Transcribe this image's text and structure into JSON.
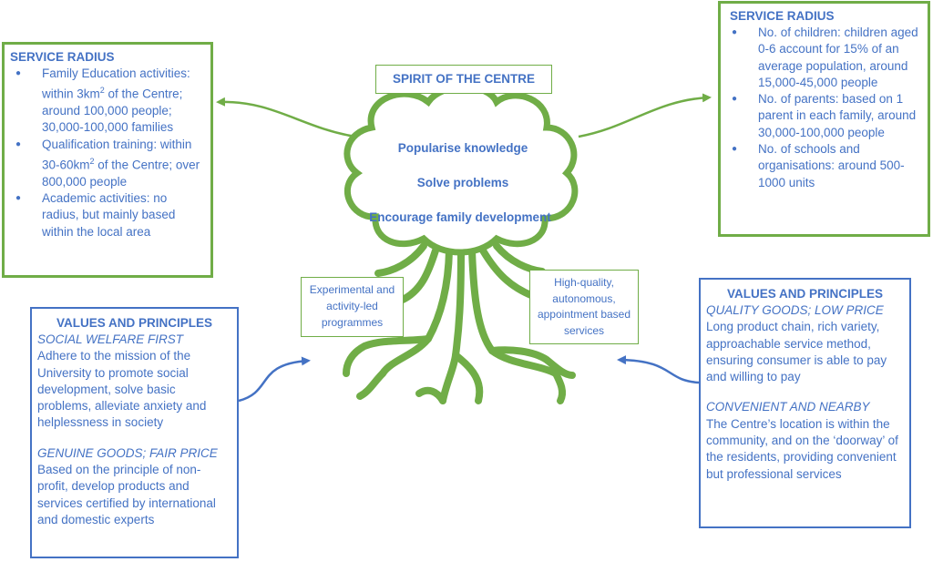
{
  "spirit_title": "SPIRIT OF THE CENTRE",
  "tree_messages": [
    "Popularise knowledge",
    "Solve problems",
    "Encourage family development"
  ],
  "left_service": {
    "title": "SERVICE RADIUS",
    "items": [
      {
        "before": "Family Education activities: within 3km",
        "sup": "2",
        "after": " of the Centre; around 100,000 people; 30,000-100,000 families"
      },
      {
        "before": "Qualification training: within 30-60km",
        "sup": "2",
        "after": " of the Centre; over 800,000 people"
      },
      {
        "before": "Academic activities: no radius, but mainly based within the local area",
        "sup": "",
        "after": ""
      }
    ]
  },
  "right_service": {
    "title": "SERVICE RADIUS",
    "items": [
      "No. of children: children aged 0-6 account for 15% of an average population, around 15,000-45,000 people",
      "No. of parents: based on 1 parent in each family, around 30,000-100,000 people",
      "No. of schools and organisations: around 500-1000 units"
    ]
  },
  "left_values": {
    "title": "VALUES AND PRINCIPLES",
    "sections": [
      {
        "heading": "SOCIAL WELFARE FIRST",
        "body": "Adhere to the mission of the University to promote social development, solve basic problems, alleviate anxiety and helplessness in society"
      },
      {
        "heading": "GENUINE GOODS; FAIR PRICE",
        "body": "Based on the principle of non-profit, develop products and services certified by international and domestic experts"
      }
    ]
  },
  "right_values": {
    "title": "VALUES AND PRINCIPLES",
    "sections": [
      {
        "heading": "QUALITY GOODS; LOW PRICE",
        "body": "Long product chain, rich variety, approachable service method, ensuring consumer is able to pay and willing to pay"
      },
      {
        "heading": "CONVENIENT AND NEARBY",
        "body": "The Centre’s location is within the community, and on the ‘doorway’ of the residents, providing convenient but professional services"
      }
    ]
  },
  "label_left": "Experimental and activity-led programmes",
  "label_right": "High-quality, autonomous, appointment based services",
  "colors": {
    "green": "#70ad47",
    "blue": "#4472c4",
    "text": "#4472c4"
  }
}
